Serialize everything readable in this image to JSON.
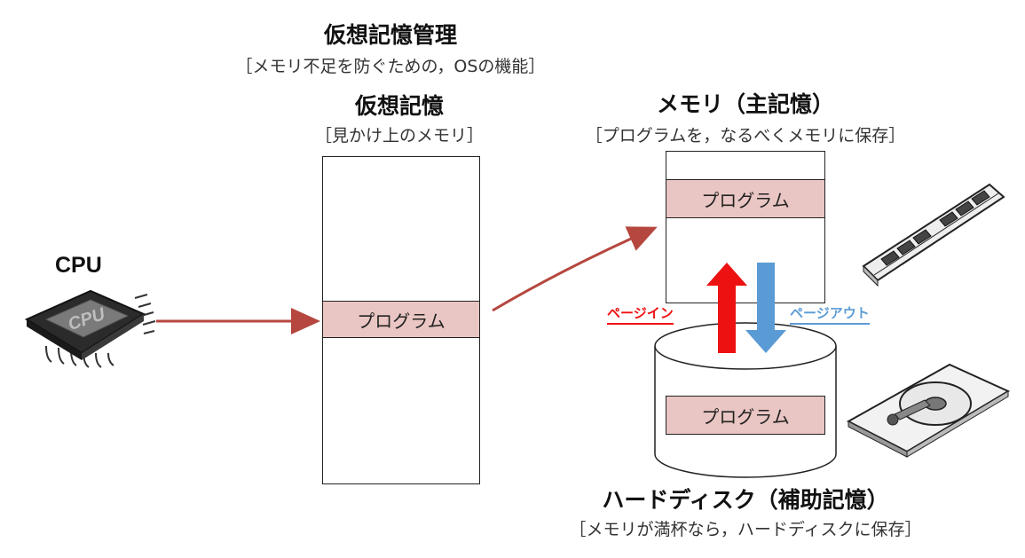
{
  "management": {
    "title": "仮想記憶管理",
    "subtitle": "［メモリ不足を防ぐための，OSの機能］"
  },
  "cpu": {
    "label": "CPU",
    "chip_text": "CPU"
  },
  "virtual_memory": {
    "title": "仮想記憶",
    "subtitle": "［見かけ上のメモリ］",
    "program_label": "プログラム"
  },
  "main_memory": {
    "title": "メモリ（主記憶）",
    "subtitle": "［プログラムを，なるべくメモリに保存］",
    "program_label": "プログラム"
  },
  "hard_disk": {
    "title": "ハードディスク（補助記憶）",
    "subtitle": "［メモリが満杯なら，ハードディスクに保存］",
    "program_label": "プログラム"
  },
  "paging": {
    "page_in": "ページイン",
    "page_out": "ページアウト"
  },
  "colors": {
    "arrow_flow": "#b5473f",
    "page_in": "#ee1111",
    "page_out": "#5b9bd5",
    "program_fill": "#e9c6c3"
  }
}
